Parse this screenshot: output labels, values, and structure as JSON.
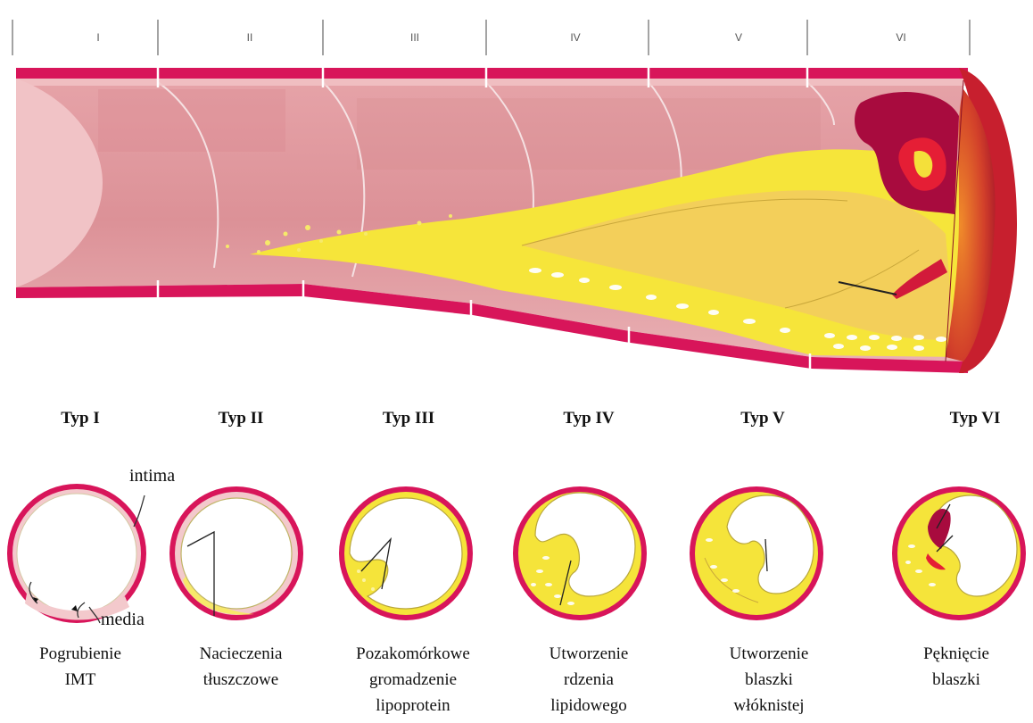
{
  "stage_numerals": [
    "I",
    "II",
    "III",
    "IV",
    "V",
    "VI"
  ],
  "types": [
    {
      "label": "Typ I",
      "desc": [
        "Pogrubienie",
        "IMT"
      ]
    },
    {
      "label": "Typ II",
      "desc": [
        "Nacieczenia",
        "tłuszczowe"
      ]
    },
    {
      "label": "Typ III",
      "desc": [
        "Pozakomórkowe",
        "gromadzenie",
        "lipoprotein"
      ]
    },
    {
      "label": "Typ IV",
      "desc": [
        "Utworzenie",
        "rdzenia",
        "lipidowego"
      ]
    },
    {
      "label": "Typ V",
      "desc": [
        "Utworzenie",
        "blaszki",
        "włóknistej"
      ]
    },
    {
      "label": "Typ VI",
      "desc": [
        "Pęknięcie",
        "blaszki"
      ]
    }
  ],
  "annotations": {
    "intima": "intima",
    "media": "media"
  },
  "colors": {
    "vessel_wall": "#d8155a",
    "intima": "#f2b6bd",
    "lumen_wall": "#e7a1a6",
    "lipid": "#f5e63a",
    "lipid_light": "#fbf3a0",
    "fibrous_core": "#f1c94d",
    "thrombus": "#a80b3e",
    "hemorrhage": "#e51e35",
    "cut_face": "#c71f2e"
  }
}
